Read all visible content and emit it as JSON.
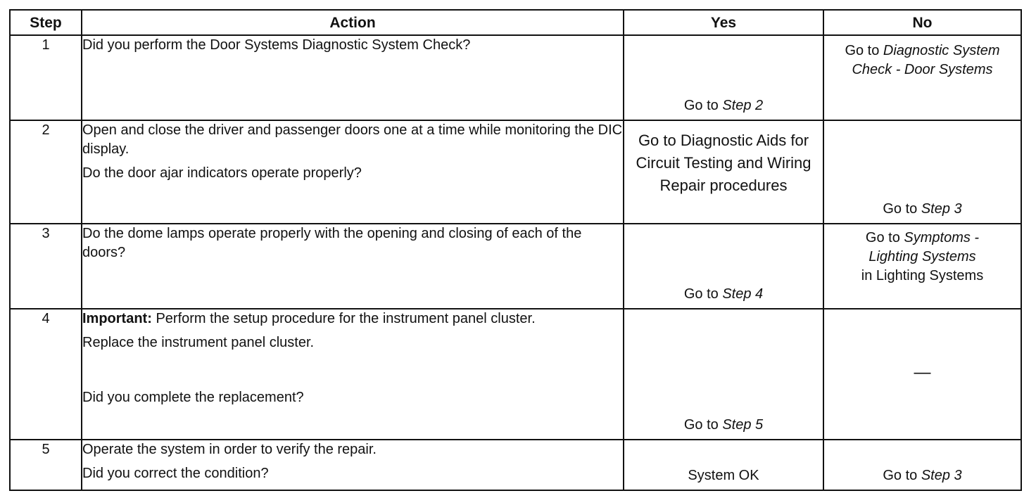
{
  "headers": {
    "step": "Step",
    "action": "Action",
    "yes": "Yes",
    "no": "No"
  },
  "rows": [
    {
      "step": "1",
      "action": [
        "Did you perform the Door Systems Diagnostic System Check?"
      ],
      "yes": {
        "prefix": "Go to ",
        "italic": "Step 2"
      },
      "no": {
        "prefix": "Go to ",
        "italic": "Diagnostic System Check - Door Systems"
      }
    },
    {
      "step": "2",
      "action": [
        "Open and close the driver and passenger doors one at a time while monitoring the DIC display.",
        "Do the door ajar indicators operate properly?"
      ],
      "yes": {
        "text": "Go to Diagnostic Aids for Circuit Testing and Wiring Repair procedures"
      },
      "no": {
        "prefix": "Go to ",
        "italic": "Step 3"
      }
    },
    {
      "step": "3",
      "action": [
        "Do the dome lamps operate properly with the opening and closing of each of the doors?"
      ],
      "yes": {
        "prefix": "Go to ",
        "italic": "Step 4"
      },
      "no": {
        "prefix": "Go to ",
        "italic": "Symptoms - Lighting Systems",
        "suffix": "in Lighting Systems"
      }
    },
    {
      "step": "4",
      "action_important_label": "Important:",
      "action": [
        "Perform the setup procedure for the instrument panel cluster.",
        "Replace the instrument panel cluster.",
        "Did you complete the replacement?"
      ],
      "yes": {
        "prefix": "Go to ",
        "italic": "Step 5"
      },
      "no": {
        "text": "—"
      }
    },
    {
      "step": "5",
      "action": [
        "Operate the system in order to verify the repair.",
        "Did you correct the condition?"
      ],
      "yes": {
        "text": "System OK"
      },
      "no": {
        "prefix": "Go to ",
        "italic": "Step 3"
      }
    }
  ]
}
